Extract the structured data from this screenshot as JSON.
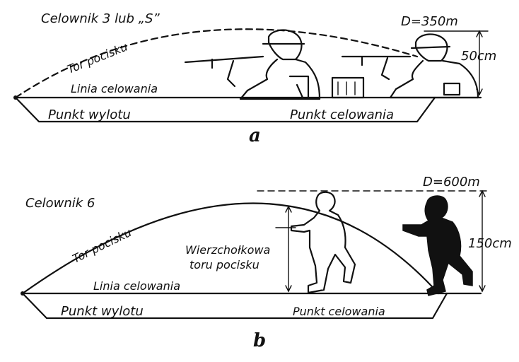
{
  "diagram_a": {
    "sight_title": "Celownik 3 lub „S”",
    "distance": "D=350m",
    "trajectory_label": "Tor pocisku",
    "line_of_sight_label": "Linia celowania",
    "muzzle_label": "Punkt wylotu",
    "aim_point_label": "Punkt celowania",
    "height_label": "50cm",
    "panel_letter": "a"
  },
  "diagram_b": {
    "sight_title": "Celownik 6",
    "distance": "D=600m",
    "trajectory_label": "Tor pocisku",
    "apex_label_line1": "Wierzchołkowa",
    "apex_label_line2": "toru pocisku",
    "line_of_sight_label": "Linia celowania",
    "muzzle_label": "Punkt wylotu",
    "aim_point_label": "Punkt celowania",
    "height_label": "150cm",
    "panel_letter": "b"
  }
}
